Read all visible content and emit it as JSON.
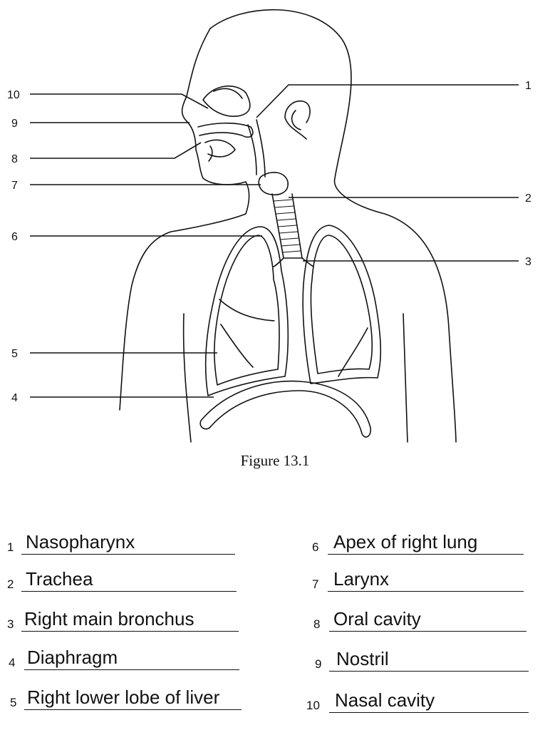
{
  "figure": {
    "caption": "Figure 13.1",
    "callouts": [
      "1",
      "2",
      "3",
      "4",
      "5",
      "6",
      "7",
      "8",
      "9",
      "10"
    ]
  },
  "answers": [
    {
      "number": "1",
      "text": "Nasopharynx"
    },
    {
      "number": "2",
      "text": "Trachea"
    },
    {
      "number": "3",
      "text": "Right main bronchus"
    },
    {
      "number": "4",
      "text": "Diaphragm"
    },
    {
      "number": "5",
      "text": "Right lower lobe of liver"
    },
    {
      "number": "6",
      "text": "Apex of right lung"
    },
    {
      "number": "7",
      "text": "Larynx"
    },
    {
      "number": "8",
      "text": "Oral cavity"
    },
    {
      "number": "9",
      "text": "Nostril"
    },
    {
      "number": "10",
      "text": "Nasal cavity"
    }
  ]
}
